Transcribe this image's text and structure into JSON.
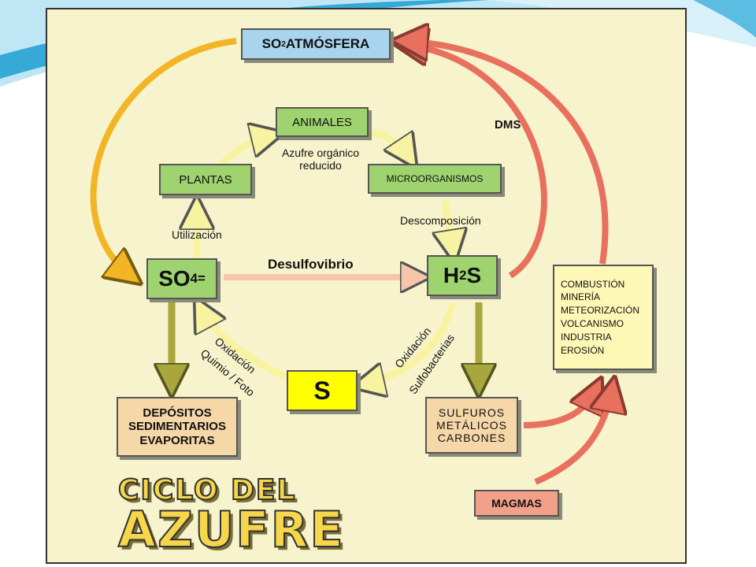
{
  "title": {
    "line1": "CICLO DEL",
    "line2": "AZUFRE"
  },
  "nodes": {
    "so2": {
      "prefix": "SO",
      "sub": "2",
      "suffix": " ATMÓSFERA"
    },
    "animales": "ANIMALES",
    "plantas": "PLANTAS",
    "microorganismos": "MICROORGANISMOS",
    "so4": {
      "prefix": "SO",
      "sub": "4",
      "sup": "="
    },
    "h2s": {
      "prefix": "H",
      "sub": "2",
      "suffix": "S"
    },
    "s": "S",
    "depositos": "DEPÓSITOS\nSEDIMENTARIOS\nEVAPORITAS",
    "sulfuros": "SULFUROS\nMETÁLICOS\nCARBONES",
    "sources": "COMBUSTIÓN\nMINERÍA\nMETEORIZACIÓN\nVOLCANISMO\nINDUSTRIA\nEROSIÓN",
    "magmas": "MAGMAS"
  },
  "labels": {
    "azufre_organico": "Azufre orgánico\nreducido",
    "utilizacion": "Utilización",
    "descomposicion": "Descomposición",
    "desulfovibrio": "Desulfovibrio",
    "dms": "DMS",
    "oxidacion_left": "Oxidación",
    "quimio_foto": "Quimio / Foto",
    "oxidacion_right": "Oxidación",
    "sulfobacterias": "Sulfobacterias"
  },
  "colors": {
    "panel": "#f7f3cc",
    "green_box": "#9ed36f",
    "blue_box": "#a9d4ee",
    "yellow_box": "#ffff00",
    "tan_box": "#f5d7a8",
    "sources_box": "#fdf8b5",
    "magmas_box": "#f2a08a",
    "arrow_red": "#e8705e",
    "arrow_orange": "#f2b526",
    "arrow_olive": "#a8a73d",
    "arrow_cream": "#f7f3a0"
  }
}
